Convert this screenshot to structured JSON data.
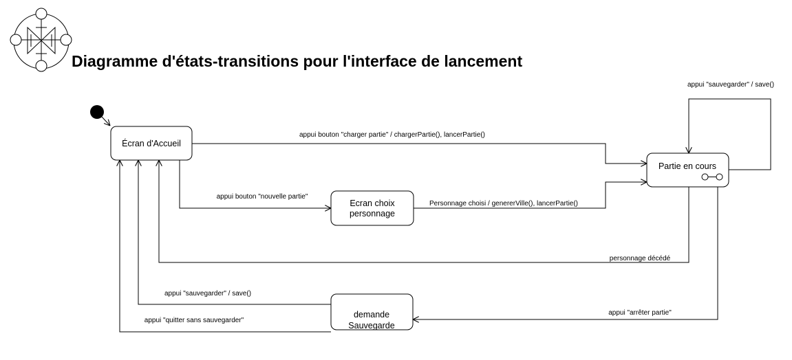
{
  "title": "Diagramme d'états-transitions pour l'interface de lancement",
  "states": {
    "accueil": "Écran d'Accueil",
    "choix_line1": "Ecran choix",
    "choix_line2": "personnage",
    "partie": "Partie en cours",
    "sauvegarde_line1": "demande",
    "sauvegarde_line2": "Sauvegarde"
  },
  "transitions": {
    "charger": "appui bouton \"charger partie\" / chargerPartie(), lancerPartie()",
    "nouvelle": "appui bouton \"nouvelle partie\"",
    "perso_choisi": "Personnage choisi / genererVille(),  lancerPartie()",
    "self_save": "appui \"sauvegarder\" / save()",
    "decede": "personnage décédé",
    "arreter": "appui \"arrêter partie\"",
    "sauver_quit": "appui \"sauvegarder\" / save()",
    "quitter": "appui \"quitter sans sauvegarder\""
  },
  "logo": {
    "icon": "compass-cross-logo-icon"
  }
}
